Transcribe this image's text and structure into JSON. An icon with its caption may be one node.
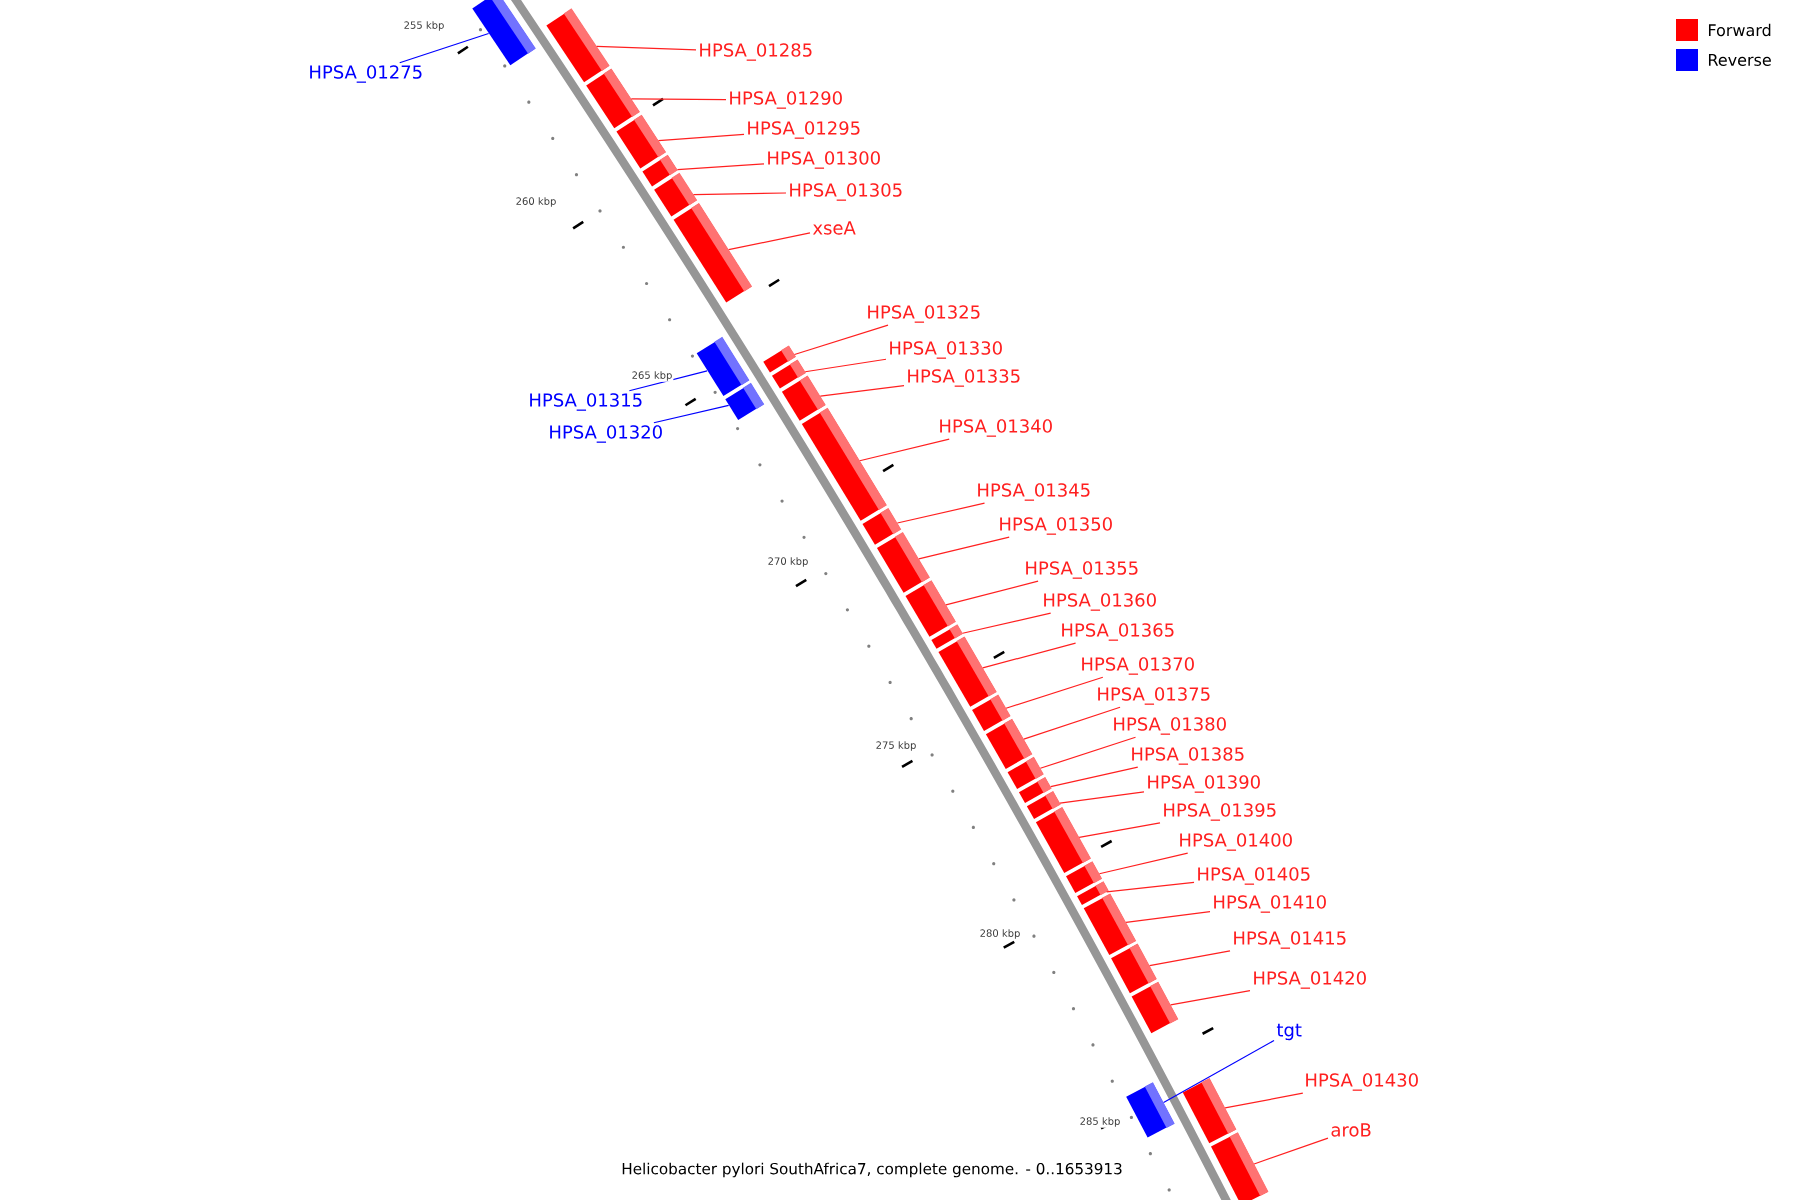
{
  "diagram": {
    "caption": "Helicobacter pylori SouthAfrica7, complete genome. - 0..1653913",
    "nodes": [
      {
        "text": [
          "HPSA_01275"
        ]
      },
      {
        "text": [],
        "shape": "bar"
      },
      {
        "text": [
          "HPSA_01285"
        ]
      },
      {
        "text": [],
        "shape": "bar"
      },
      {
        "text": [
          "HPSA_01290"
        ]
      },
      {
        "text": [],
        "shape": "bar"
      },
      {
        "text": [
          "HPSA_01295"
        ]
      },
      {
        "text": [],
        "shape": "bar"
      },
      {
        "text": [
          "HPSA_01300"
        ]
      },
      {
        "text": [],
        "shape": "bar"
      },
      {
        "text": [
          "HPSA_01305"
        ]
      },
      {
        "text": [],
        "shape": "bar"
      },
      {
        "text": [
          "xseA"
        ]
      },
      {
        "text": [],
        "shape": "bar"
      },
      {
        "text": [
          "HPSA_01315"
        ]
      },
      {
        "text": [],
        "shape": "bar"
      },
      {
        "text": [
          "HPSA_01320"
        ]
      },
      {
        "text": [],
        "shape": "bar"
      },
      {
        "text": [
          "HPSA_01325"
        ]
      },
      {
        "text": [],
        "shape": "bar"
      },
      {
        "text": [
          "HPSA_01330"
        ]
      },
      {
        "text": [],
        "shape": "bar"
      },
      {
        "text": [
          "HPSA_01335"
        ]
      },
      {
        "text": [],
        "shape": "bar"
      },
      {
        "text": [
          "HPSA_01340"
        ]
      },
      {
        "text": [],
        "shape": "bar"
      },
      {
        "text": [
          "HPSA_01345"
        ]
      },
      {
        "text": [],
        "shape": "bar"
      },
      {
        "text": [
          "HPSA_01350"
        ]
      },
      {
        "text": [],
        "shape": "bar"
      },
      {
        "text": [
          "HPSA_01355"
        ]
      },
      {
        "text": [],
        "shape": "bar"
      },
      {
        "text": [
          "HPSA_01360"
        ]
      },
      {
        "text": [],
        "shape": "bar"
      },
      {
        "text": [
          "HPSA_01365"
        ]
      },
      {
        "text": [],
        "shape": "bar"
      },
      {
        "text": [
          "HPSA_01370"
        ]
      },
      {
        "text": [],
        "shape": "bar"
      },
      {
        "text": [
          "HPSA_01375"
        ]
      },
      {
        "text": [],
        "shape": "bar"
      },
      {
        "text": [
          "HPSA_01380"
        ]
      },
      {
        "text": [],
        "shape": "bar"
      },
      {
        "text": [
          "HPSA_01385"
        ]
      },
      {
        "text": [],
        "shape": "bar"
      },
      {
        "text": [
          "HPSA_01390"
        ]
      },
      {
        "text": [],
        "shape": "bar"
      },
      {
        "text": [
          "HPSA_01395"
        ]
      },
      {
        "text": [],
        "shape": "bar"
      },
      {
        "text": [
          "HPSA_01400"
        ]
      },
      {
        "text": [],
        "shape": "bar"
      },
      {
        "text": [
          "HPSA_01405"
        ]
      },
      {
        "text": [],
        "shape": "bar"
      },
      {
        "text": [
          "HPSA_01410"
        ]
      },
      {
        "text": [],
        "shape": "bar"
      },
      {
        "text": [
          "HPSA_01415"
        ]
      },
      {
        "text": [],
        "shape": "bar"
      },
      {
        "text": [
          "HPSA_01420"
        ]
      },
      {
        "text": [],
        "shape": "bar"
      },
      {
        "text": [
          "tgt"
        ]
      },
      {
        "text": [],
        "shape": "bar"
      },
      {
        "text": [
          "HPSA_01430"
        ]
      },
      {
        "text": [],
        "shape": "bar"
      },
      {
        "text": [
          "aroB"
        ]
      },
      {
        "text": [],
        "shape": "bar"
      }
    ],
    "edges": [
      {
        "from": 0,
        "to": 1,
        "arrow": "none",
        "color": "#0000ff"
      },
      {
        "from": 2,
        "to": 3,
        "arrow": "none"
      },
      {
        "from": 4,
        "to": 5,
        "arrow": "none"
      },
      {
        "from": 6,
        "to": 7,
        "arrow": "none"
      },
      {
        "from": 8,
        "to": 9,
        "arrow": "none"
      },
      {
        "from": 10,
        "to": 11,
        "arrow": "none"
      },
      {
        "from": 12,
        "to": 13,
        "arrow": "none"
      },
      {
        "from": 14,
        "to": 15,
        "arrow": "none",
        "color": "#0000ff"
      },
      {
        "from": 16,
        "to": 17,
        "arrow": "none",
        "color": "#0000ff"
      },
      {
        "from": 18,
        "to": 19,
        "arrow": "none"
      },
      {
        "from": 20,
        "to": 21,
        "arrow": "none"
      },
      {
        "from": 22,
        "to": 23,
        "arrow": "none"
      },
      {
        "from": 24,
        "to": 25,
        "arrow": "none"
      },
      {
        "from": 26,
        "to": 27,
        "arrow": "none"
      },
      {
        "from": 28,
        "to": 29,
        "arrow": "none"
      },
      {
        "from": 30,
        "to": 31,
        "arrow": "none"
      },
      {
        "from": 32,
        "to": 33,
        "arrow": "none"
      },
      {
        "from": 34,
        "to": 35,
        "arrow": "none"
      },
      {
        "from": 36,
        "to": 37,
        "arrow": "none"
      },
      {
        "from": 38,
        "to": 39,
        "arrow": "none"
      },
      {
        "from": 40,
        "to": 41,
        "arrow": "none"
      },
      {
        "from": 42,
        "to": 43,
        "arrow": "none"
      },
      {
        "from": 44,
        "to": 45,
        "arrow": "none"
      },
      {
        "from": 46,
        "to": 47,
        "arrow": "none"
      },
      {
        "from": 48,
        "to": 49,
        "arrow": "none"
      },
      {
        "from": 50,
        "to": 51,
        "arrow": "none"
      },
      {
        "from": 52,
        "to": 53,
        "arrow": "none"
      },
      {
        "from": 54,
        "to": 55,
        "arrow": "none"
      },
      {
        "from": 56,
        "to": 57,
        "arrow": "none"
      },
      {
        "from": 58,
        "to": 59,
        "arrow": "none",
        "color": "#0000ff"
      },
      {
        "from": 60,
        "to": 61,
        "arrow": "none"
      },
      {
        "from": 62,
        "to": 63,
        "arrow": "none"
      }
    ],
    "labels": [
      "255 kbp",
      "260 kbp",
      "265 kbp",
      "270 kbp",
      "275 kbp",
      "280 kbp",
      "285 kbp"
    ],
    "legend": [
      {
        "text": "Forward",
        "color": "#ff0000"
      },
      {
        "text": "Reverse",
        "color": "#0000ff"
      }
    ]
  }
}
